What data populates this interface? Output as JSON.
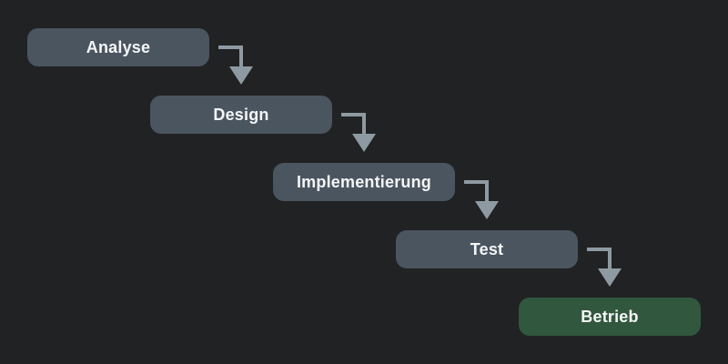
{
  "diagram": {
    "type": "waterfall-process",
    "nodes": [
      {
        "label": "Analyse",
        "fill": "#4a5560"
      },
      {
        "label": "Design",
        "fill": "#4a5560"
      },
      {
        "label": "Implementierung",
        "fill": "#4a5560"
      },
      {
        "label": "Test",
        "fill": "#4a5560"
      },
      {
        "label": "Betrieb",
        "fill": "#31573e"
      }
    ],
    "connections": [
      {
        "from": "Analyse",
        "to": "Design"
      },
      {
        "from": "Design",
        "to": "Implementierung"
      },
      {
        "from": "Implementierung",
        "to": "Test"
      },
      {
        "from": "Test",
        "to": "Betrieb"
      }
    ],
    "colors": {
      "background": "#212223",
      "node_fill": "#4a5560",
      "final_node_fill": "#31573e",
      "arrow": "#8e9aa1",
      "text": "#f5f6f7"
    }
  }
}
